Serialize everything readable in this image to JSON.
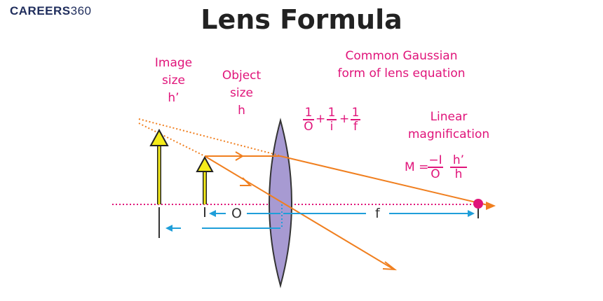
{
  "logo": {
    "brand": "CAREERS",
    "number": "360"
  },
  "title": "Lens Formula",
  "labels": {
    "image_size": {
      "line1": "Image",
      "line2": "size",
      "line3": "h’"
    },
    "object_size": {
      "line1": "Object",
      "line2": "size",
      "line3": "h"
    },
    "gaussian": {
      "line1": "Common Gaussian",
      "line2": "form of lens equation"
    },
    "magnification": {
      "line1": "Linear",
      "line2": "magnification"
    }
  },
  "equation": {
    "t1_num": "1",
    "t1_den": "O",
    "op1": "+",
    "t2_num": "1",
    "t2_den": "i",
    "op2": "+",
    "t3_num": "1",
    "t3_den": "f"
  },
  "magnification_formula": {
    "lhs": "M =",
    "f1_num": "−I",
    "f1_den": "O",
    "f2_num": "h’",
    "f2_den": "h"
  },
  "axis_labels": {
    "object_distance": "O",
    "focal_length": "f"
  },
  "colors": {
    "magenta": "#e0147a",
    "orange": "#f07f1f",
    "blue": "#1f9ed9",
    "lens": "#a79ad2",
    "arrow_fill": "#f5ec1a"
  }
}
